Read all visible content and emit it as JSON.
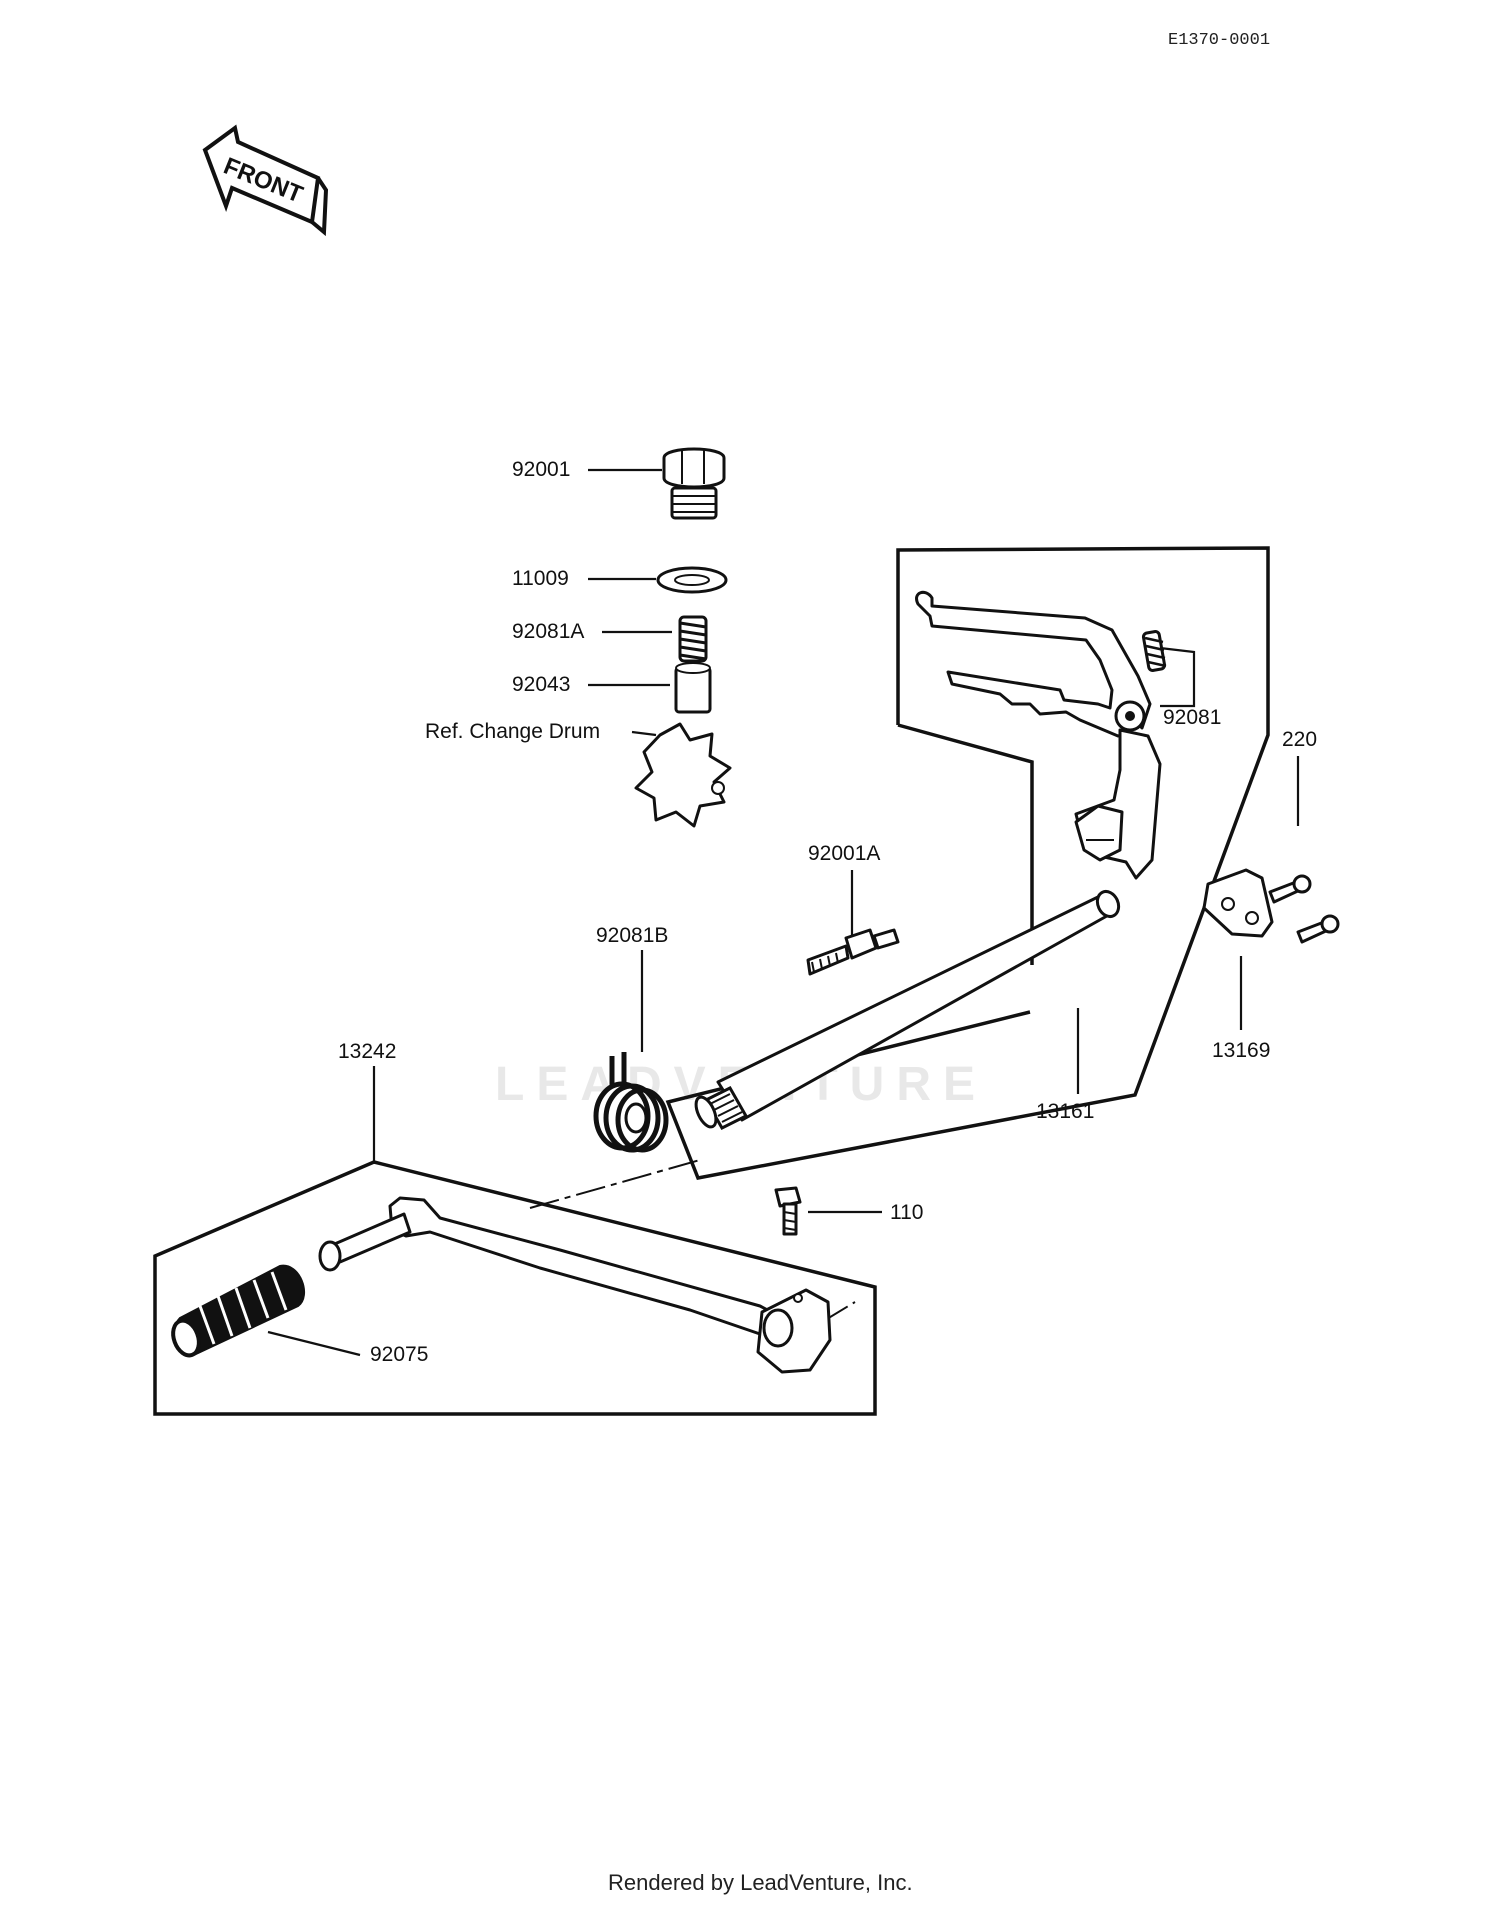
{
  "diagram": {
    "drawing_code": "E1370-0001",
    "front_arrow_label": "FRONT",
    "watermark": "LEADVENTURE",
    "footer": "Rendered by LeadVenture, Inc."
  },
  "parts": [
    {
      "id": "92001",
      "label": "92001"
    },
    {
      "id": "11009",
      "label": "11009"
    },
    {
      "id": "92081A",
      "label": "92081A"
    },
    {
      "id": "92043",
      "label": "92043"
    },
    {
      "id": "ref-change-drum",
      "label": "Ref. Change Drum"
    },
    {
      "id": "92081",
      "label": "92081"
    },
    {
      "id": "220",
      "label": "220"
    },
    {
      "id": "92001A",
      "label": "92001A"
    },
    {
      "id": "92081B",
      "label": "92081B"
    },
    {
      "id": "13169",
      "label": "13169"
    },
    {
      "id": "13242",
      "label": "13242"
    },
    {
      "id": "13161",
      "label": "13161"
    },
    {
      "id": "110",
      "label": "110"
    },
    {
      "id": "92075",
      "label": "92075"
    }
  ]
}
